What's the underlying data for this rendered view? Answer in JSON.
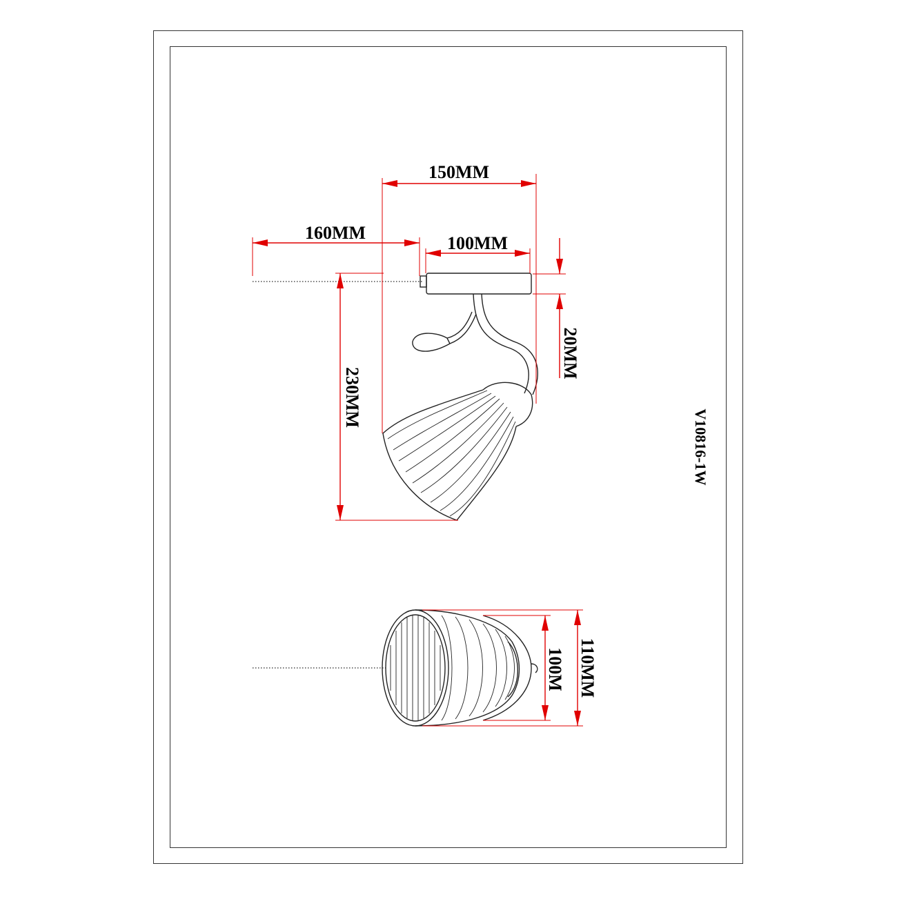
{
  "drawing": {
    "model_code": "V10816-1W",
    "dimensions": {
      "width_top": "150MM",
      "chain_length": "160MM",
      "base_length": "100MM",
      "base_height": "20MM",
      "total_height": "230MM",
      "inner_diameter": "100M",
      "outer_diameter": "110MM"
    }
  },
  "colors": {
    "dimension_lines": "#e00000",
    "line_work": "#222222",
    "frame": "#333333"
  }
}
